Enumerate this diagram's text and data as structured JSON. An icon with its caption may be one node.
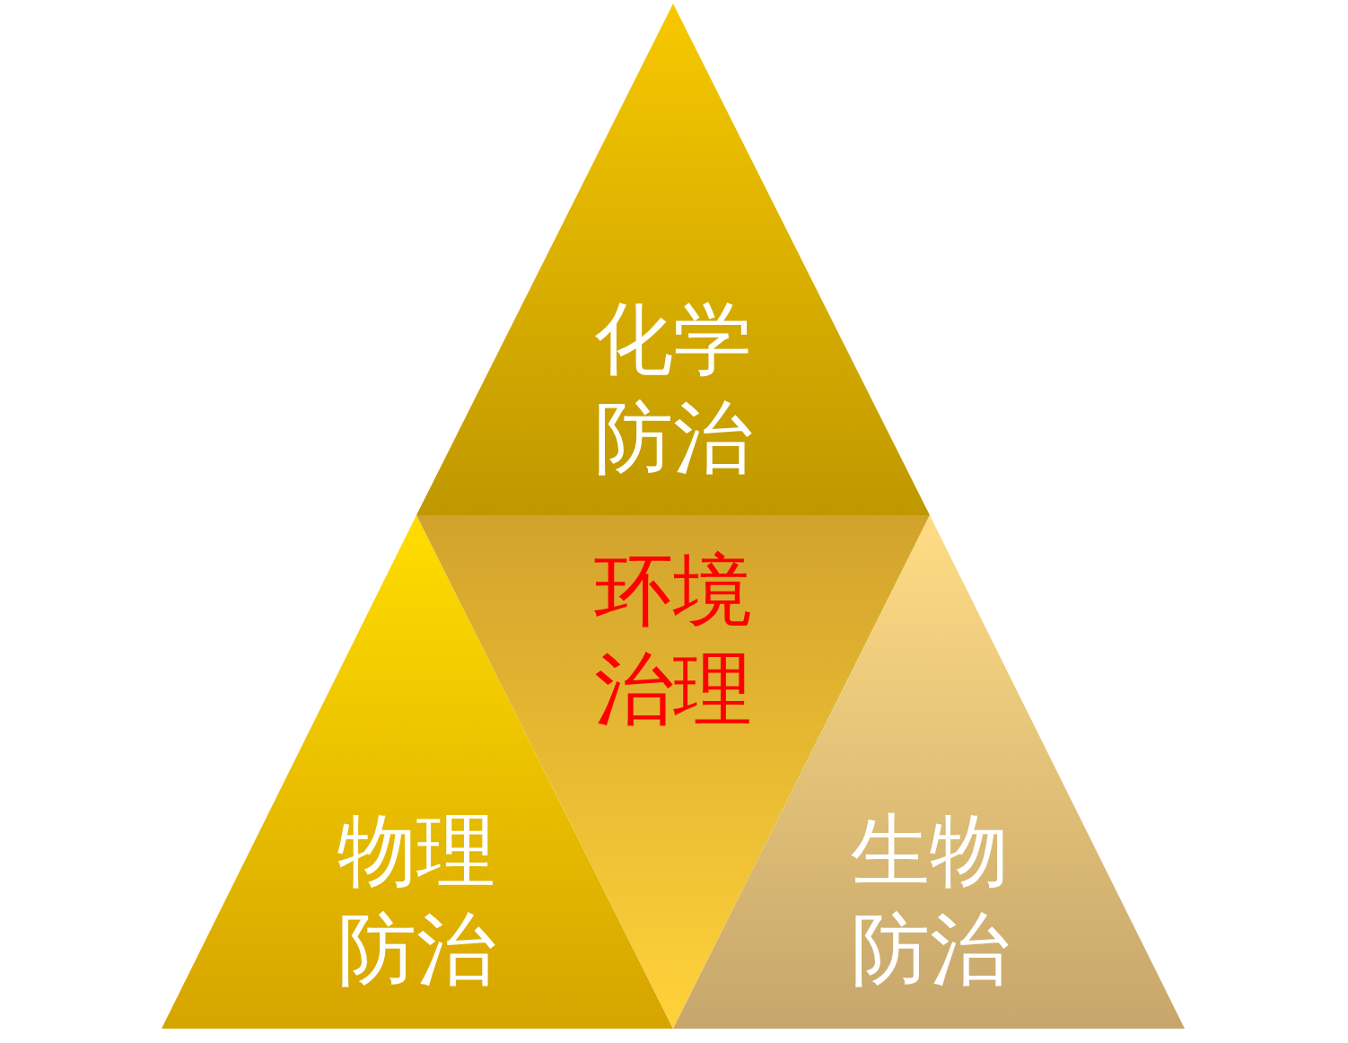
{
  "diagram": {
    "nodes": [
      {
        "text": [
          "化学防治"
        ]
      },
      {
        "text": [
          "物理防治"
        ]
      },
      {
        "text": [
          "环境治理"
        ]
      },
      {
        "text": [
          "生物防治"
        ]
      }
    ]
  }
}
